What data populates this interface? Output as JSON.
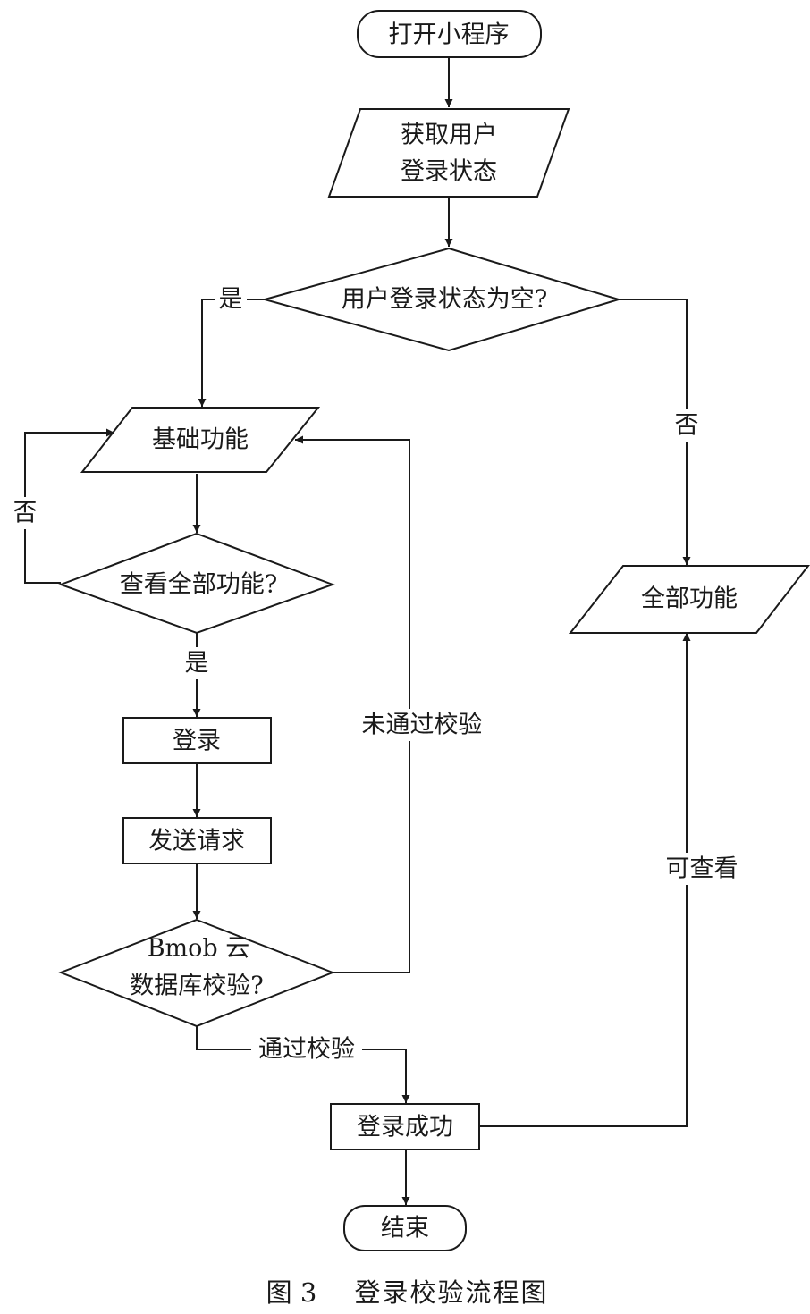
{
  "nodes": {
    "start": "打开小程序",
    "get_status_1": "获取用户",
    "get_status_2": "登录状态",
    "status_empty": "用户登录状态为空?",
    "basic": "基础功能",
    "view_all": "查看全部功能?",
    "login": "登录",
    "send_request": "发送请求",
    "bmob_1": "Bmob 云",
    "bmob_2": "数据库校验?",
    "login_success": "登录成功",
    "end": "结束",
    "all_functions": "全部功能"
  },
  "edges": {
    "yes_to_basic": "是",
    "no_to_all": "否",
    "no_loop_basic": "否",
    "yes_to_login": "是",
    "fail_check": "未通过校验",
    "pass_check": "通过校验",
    "can_view": "可查看"
  },
  "caption": {
    "figure": "图 3",
    "title": "登录校验流程图"
  }
}
